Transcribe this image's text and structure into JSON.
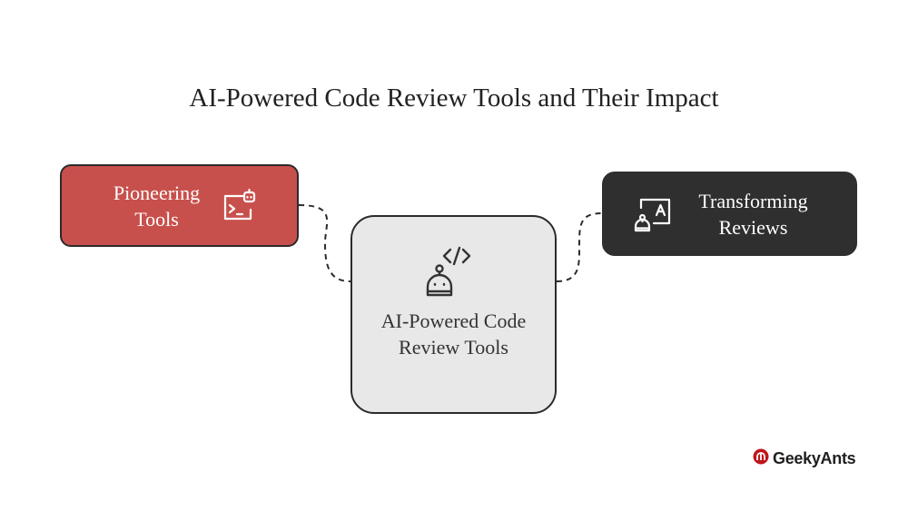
{
  "title": "AI-Powered Code Review Tools and Their Impact",
  "nodes": {
    "left": {
      "label": "Pioneering Tools",
      "icon": "terminal-bot-icon",
      "color": "#c8504c"
    },
    "center": {
      "label": "AI-Powered Code Review Tools",
      "icon": "robot-code-icon",
      "color": "#e8e8e8"
    },
    "right": {
      "label": "Transforming Reviews",
      "icon": "user-ai-icon",
      "color": "#2f2f2f"
    }
  },
  "brand": {
    "name": "GeekyAnts",
    "icon": "geekyants-logo-icon",
    "color": "#c0161c"
  }
}
